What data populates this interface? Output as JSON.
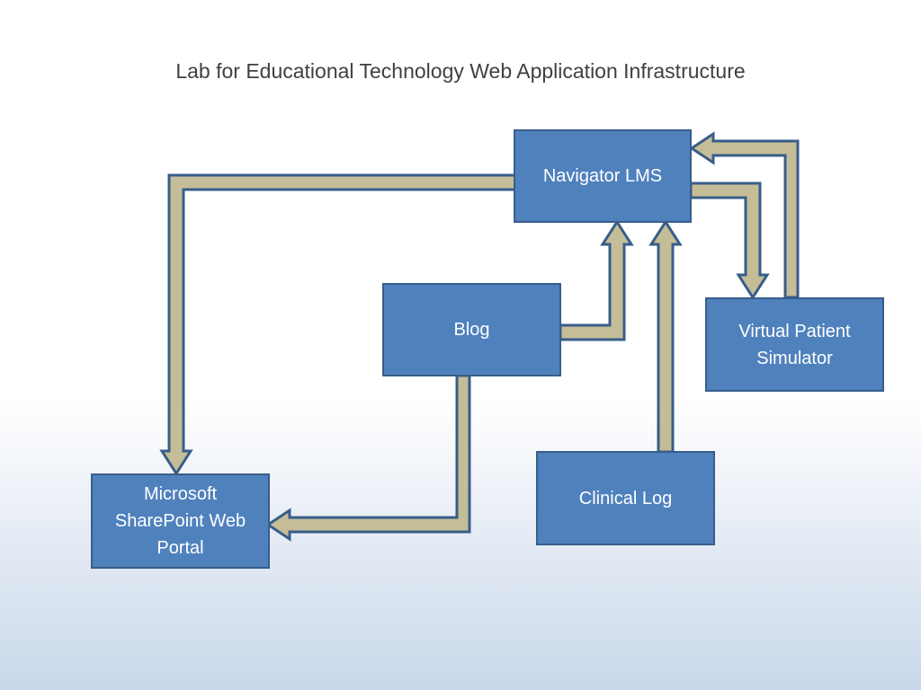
{
  "title": "Lab for Educational Technology Web Application Infrastructure",
  "colors": {
    "box_fill": "#4f81bd",
    "box_border": "#385d8a",
    "arrow_fill": "#c4bd97",
    "arrow_border": "#385d8a",
    "title_text": "#404040"
  },
  "nodes": {
    "navigator": "Navigator LMS",
    "blog": "Blog",
    "vps": "Virtual Patient\nSimulator",
    "sharepoint": "Microsoft\nSharePoint Web\nPortal",
    "clinical": "Clinical Log"
  },
  "edges": [
    {
      "from": "Navigator LMS",
      "to": "Microsoft SharePoint Web Portal"
    },
    {
      "from": "Blog",
      "to": "Navigator LMS"
    },
    {
      "from": "Blog",
      "to": "Microsoft SharePoint Web Portal"
    },
    {
      "from": "Clinical Log",
      "to": "Navigator LMS"
    },
    {
      "from": "Navigator LMS",
      "to": "Virtual Patient Simulator"
    },
    {
      "from": "Virtual Patient Simulator",
      "to": "Navigator LMS"
    }
  ]
}
